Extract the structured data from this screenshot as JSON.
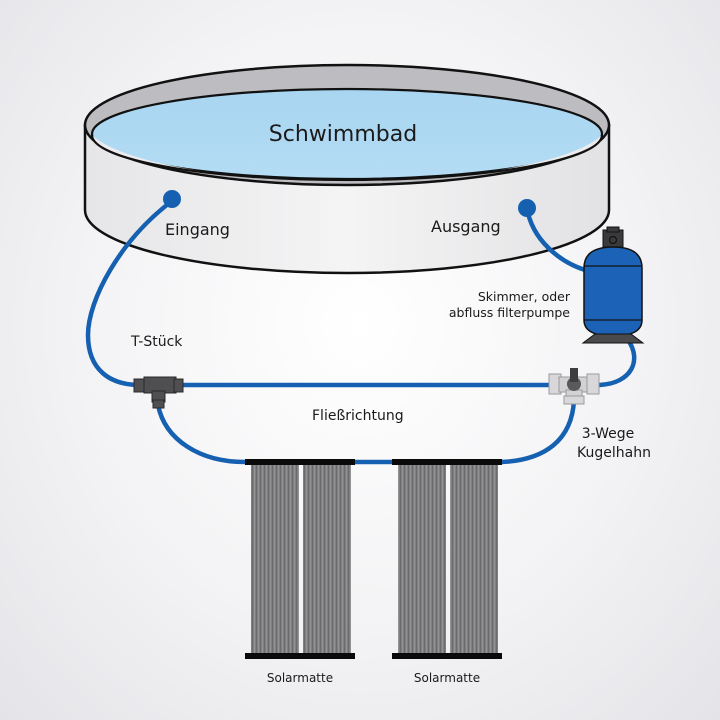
{
  "title": "Solar pool heating connection diagram",
  "labels": {
    "pool": "Schwimmbad",
    "inlet": "Eingang",
    "outlet": "Ausgang",
    "pump_line1": "Skimmer, oder",
    "pump_line2": "abfluss filterpumpe",
    "tee": "T-Stück",
    "flow": "Fließrichtung",
    "valve_line1": "3-Wege",
    "valve_line2": "Kugelhahn",
    "mat1": "Solarmatte",
    "mat2": "Solarmatte"
  },
  "colors": {
    "pipe": "#1560b0",
    "water": "#aed8f2",
    "pool_wall": "#ebebed",
    "rim_inner": "#b9b9bd",
    "pump": "#1c63b8",
    "fitting_dark": "#4f4f52",
    "valve_body": "#d6d6d8",
    "panel": "#7d7d80",
    "bar": "#0a0a0a"
  },
  "components": [
    {
      "id": "pool",
      "name": "Schwimmbad"
    },
    {
      "id": "pump",
      "name": "Skimmer / Filterpumpe"
    },
    {
      "id": "tee",
      "name": "T-Stück"
    },
    {
      "id": "valve",
      "name": "3-Wege Kugelhahn"
    },
    {
      "id": "solar-mat-1",
      "name": "Solarmatte"
    },
    {
      "id": "solar-mat-2",
      "name": "Solarmatte"
    }
  ]
}
